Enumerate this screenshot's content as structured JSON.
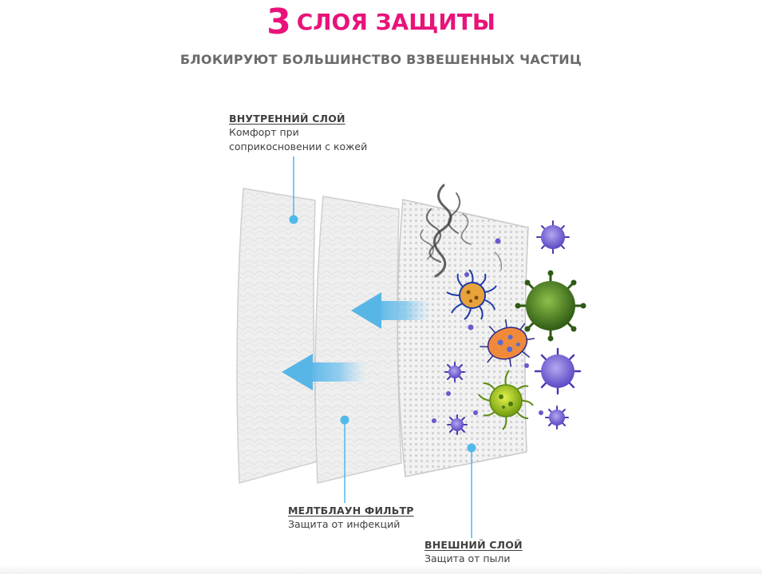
{
  "title": {
    "number": "3",
    "text": "СЛОЯ ЗАЩИТЫ"
  },
  "subtitle": "БЛОКИРУЮТ БОЛЬШИНСТВО ВЗВЕШЕННЫХ ЧАСТИЦ",
  "layers": {
    "inner": {
      "title": "ВНУТРЕННИЙ СЛОЙ",
      "desc_line1": "Комфорт при",
      "desc_line2": "соприкосновении с кожей"
    },
    "meltblown": {
      "title": "МЕЛТБЛАУН ФИЛЬТР",
      "desc": "Защита от инфекций"
    },
    "outer": {
      "title": "ВНЕШНИЙ СЛОЙ",
      "desc": "Защита от пыли"
    }
  },
  "colors": {
    "title": "#e8137a",
    "callout": "#4fb9ea",
    "arrow": "#58b6e6",
    "layer_fill": "#eeeeee",
    "layer_edge": "#cfcfcf"
  },
  "icons": [
    "smoke-icon",
    "virus-icon",
    "bacteria-icon",
    "germ-icon",
    "arrow-left-icon"
  ]
}
